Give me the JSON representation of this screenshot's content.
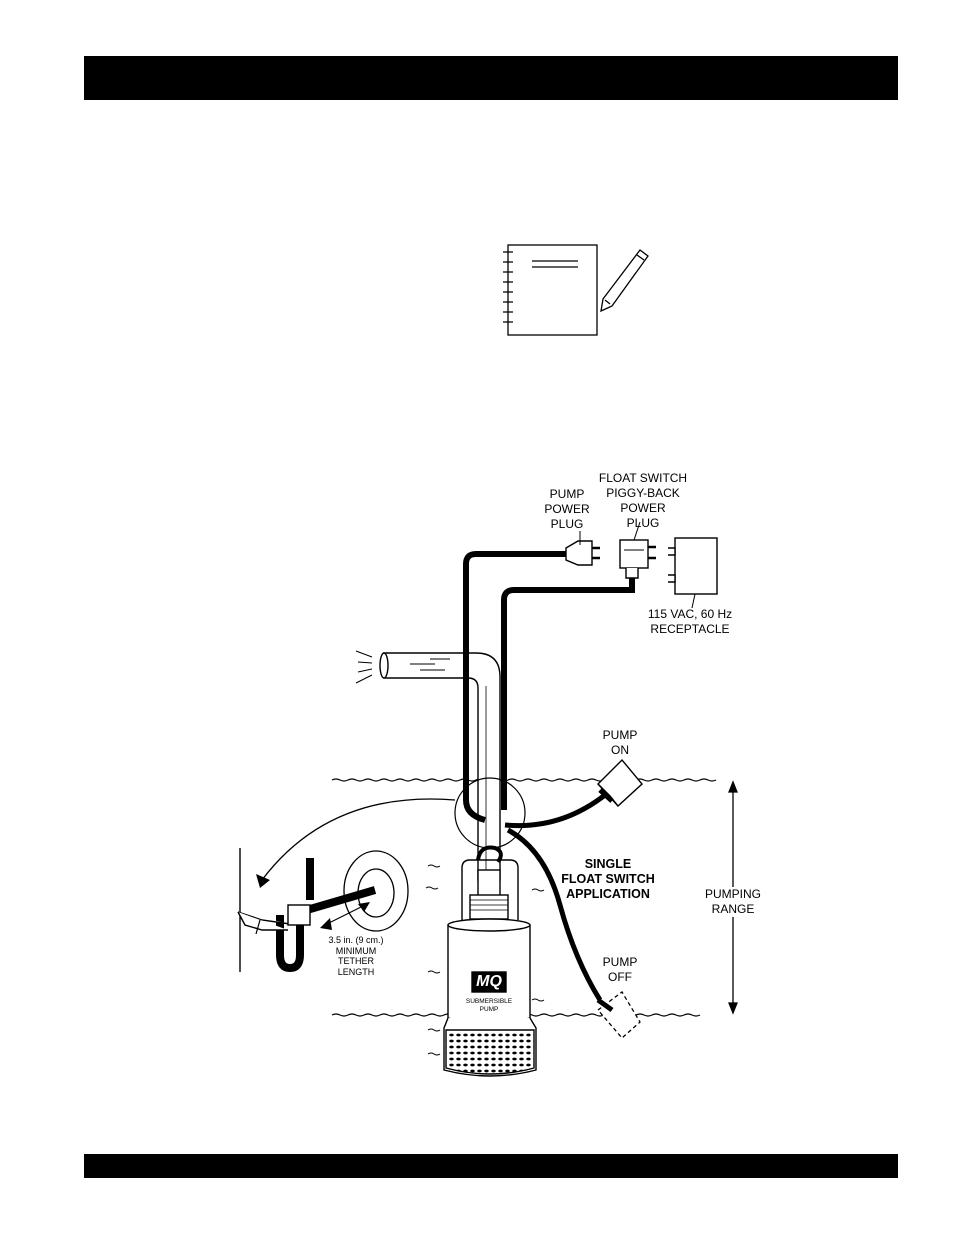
{
  "labels": {
    "pump_power_plug": [
      "PUMP",
      "POWER",
      "PLUG"
    ],
    "float_switch_plug": [
      "FLOAT SWITCH",
      "PIGGY-BACK",
      "POWER",
      "PLUG"
    ],
    "receptacle": [
      "115 VAC, 60 Hz",
      "RECEPTACLE"
    ],
    "pump_on": [
      "PUMP",
      "ON"
    ],
    "pump_off": [
      "PUMP",
      "OFF"
    ],
    "application": [
      "SINGLE",
      "FLOAT SWITCH",
      "APPLICATION"
    ],
    "pumping_range": [
      "PUMPING",
      "RANGE"
    ],
    "tether": [
      "3.5 in. (9 cm.)",
      "MINIMUM",
      "TETHER",
      "LENGTH"
    ],
    "pump_body": [
      "SUBMERSIBLE",
      "PUMP"
    ],
    "logo": "MQ"
  },
  "icons": {
    "notebook": "notebook-icon",
    "pencil": "pencil-icon"
  },
  "colors": {
    "ink": "#000000",
    "paper": "#ffffff"
  }
}
